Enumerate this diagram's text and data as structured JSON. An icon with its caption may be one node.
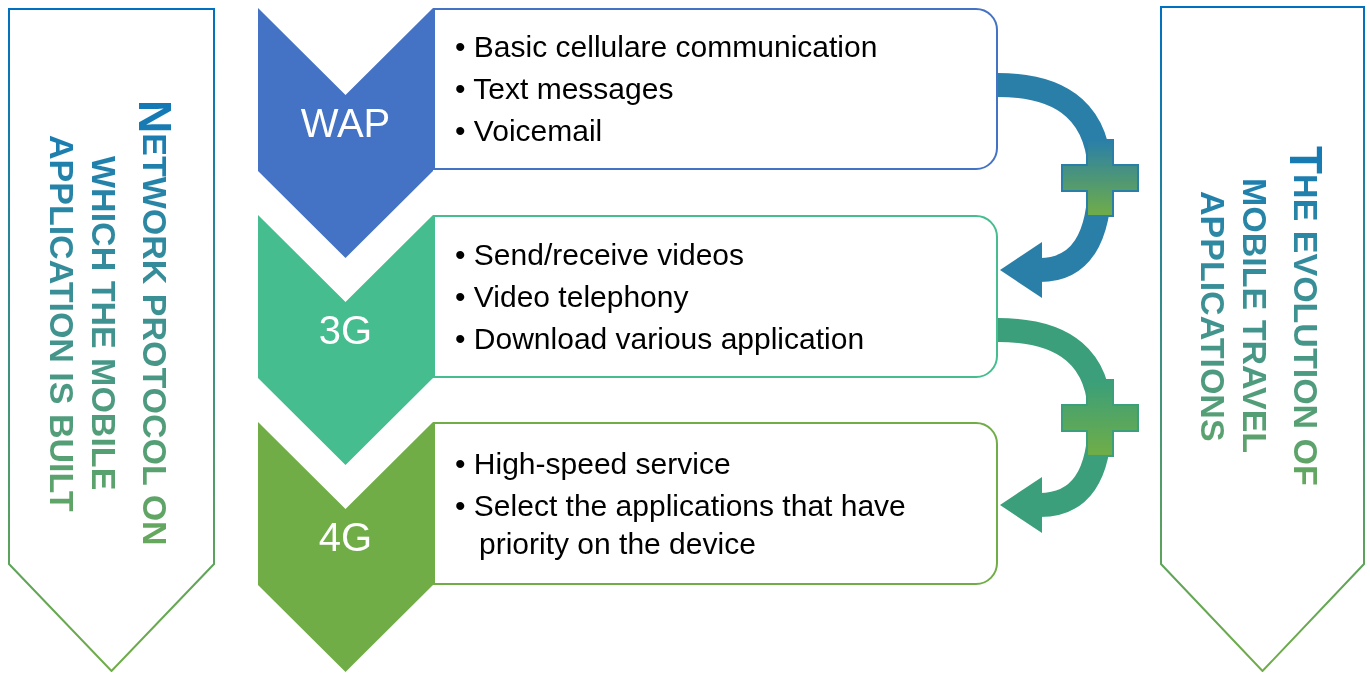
{
  "diagram": {
    "nodes": [
      {
        "text": [
          "NETWORK PROTOCOL ON WHICH THE MOBILE APPLICATION IS BUILT"
        ]
      },
      {
        "text": [
          "WAP"
        ]
      },
      {
        "text": [
          "• Basic cellulare communication",
          "• Text messages",
          "• Voicemail"
        ]
      },
      {
        "text": [
          "3G"
        ]
      },
      {
        "text": [
          "• Send/receive videos",
          "• Video telephony",
          "• Download various application"
        ]
      },
      {
        "text": [
          "4G"
        ]
      },
      {
        "text": [
          "• High-speed service",
          "• Select the applications that have priority on the device"
        ]
      },
      {
        "text": [
          "THE EVOLUTION OF MOBILE TRAVEL APPLICATIONS"
        ]
      }
    ],
    "edges": [
      {
        "from": 2,
        "to": 4,
        "arrow": "to",
        "color": "#2a7fa8"
      },
      {
        "from": 4,
        "to": 6,
        "arrow": "to",
        "color": "#3a9f7a"
      }
    ]
  }
}
